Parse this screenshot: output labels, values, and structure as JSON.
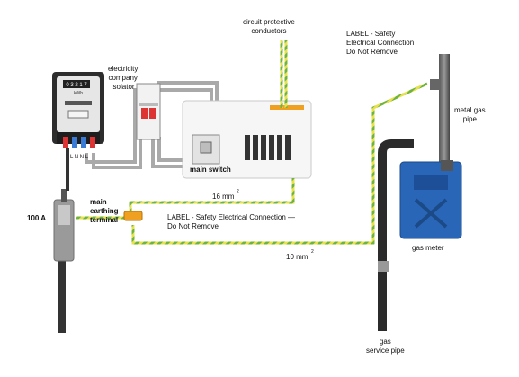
{
  "labels": {
    "circuit_protective_conductors": [
      "circuit protective",
      "conductors"
    ],
    "label_safety_top": [
      "LABEL - Safety",
      "Electrical Connection",
      "Do Not Remove"
    ],
    "electricity_company_isolator": [
      "electricity",
      "company",
      "isolator"
    ],
    "metal_gas_pipe": [
      "metal gas",
      "pipe"
    ],
    "main_switch": "main switch",
    "sixteen_mm": "16 mm",
    "main_earthing_terminal": [
      "main",
      "earthing",
      "terminal"
    ],
    "label_safety_middle": [
      "LABEL - Safety Electrical Connection —",
      "Do Not Remove"
    ],
    "hundred_a": "100 A",
    "gas_meter": "gas meter",
    "ten_mm": "10 mm",
    "gas_service_pipe": [
      "gas",
      "service pipe"
    ],
    "superscript_2": "2"
  },
  "meter": {
    "display_digits": "0 3 2 1 7",
    "unit": "kWh",
    "terminals": "L N N L"
  },
  "colors": {
    "earth_green": "#6db33f",
    "earth_yellow": "#e9e14a",
    "cable_grey": "#a9a9a9",
    "pipe_dark": "#2b2b2b",
    "gas_meter_blue": "#2a66b8",
    "terminal_orange": "#f0a020"
  }
}
